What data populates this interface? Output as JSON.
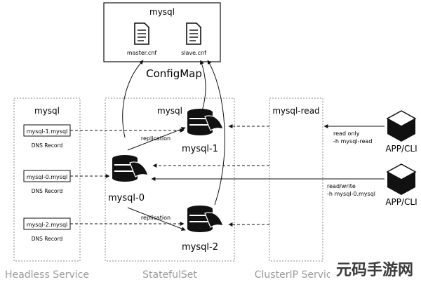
{
  "configmap": {
    "title": "mysql",
    "files": [
      "master.cnf",
      "slave.cnf"
    ],
    "label": "ConfigMap"
  },
  "headless_service": {
    "title": "mysql",
    "caption": "Headless Service",
    "records": [
      {
        "name": "mysql-1.mysql",
        "sub": "DNS Record"
      },
      {
        "name": "mysql-0.mysql",
        "sub": "DNS Record"
      },
      {
        "name": "mysql-2.mysql",
        "sub": "DNS Record"
      }
    ]
  },
  "statefulset": {
    "title": "mysql",
    "caption": "StatefulSet",
    "pods": [
      "mysql-1",
      "mysql-0",
      "mysql-2"
    ],
    "replication_label": "replication"
  },
  "clusterip_service": {
    "title": "mysql-read",
    "caption": "ClusterIP Service"
  },
  "clients": [
    {
      "label": "APP/CLI",
      "note_line1": "read only",
      "note_line2": "-h mysql-read"
    },
    {
      "label": "APP/CLI",
      "note_line1": "read/write",
      "note_line2": "-h mysql-0.mysql"
    }
  ],
  "watermark": "元码手游网",
  "colors": {
    "line": "#111111",
    "dotted_border": "#888888",
    "caption": "#9a9a9a",
    "watermark": "#3a3a3a"
  }
}
